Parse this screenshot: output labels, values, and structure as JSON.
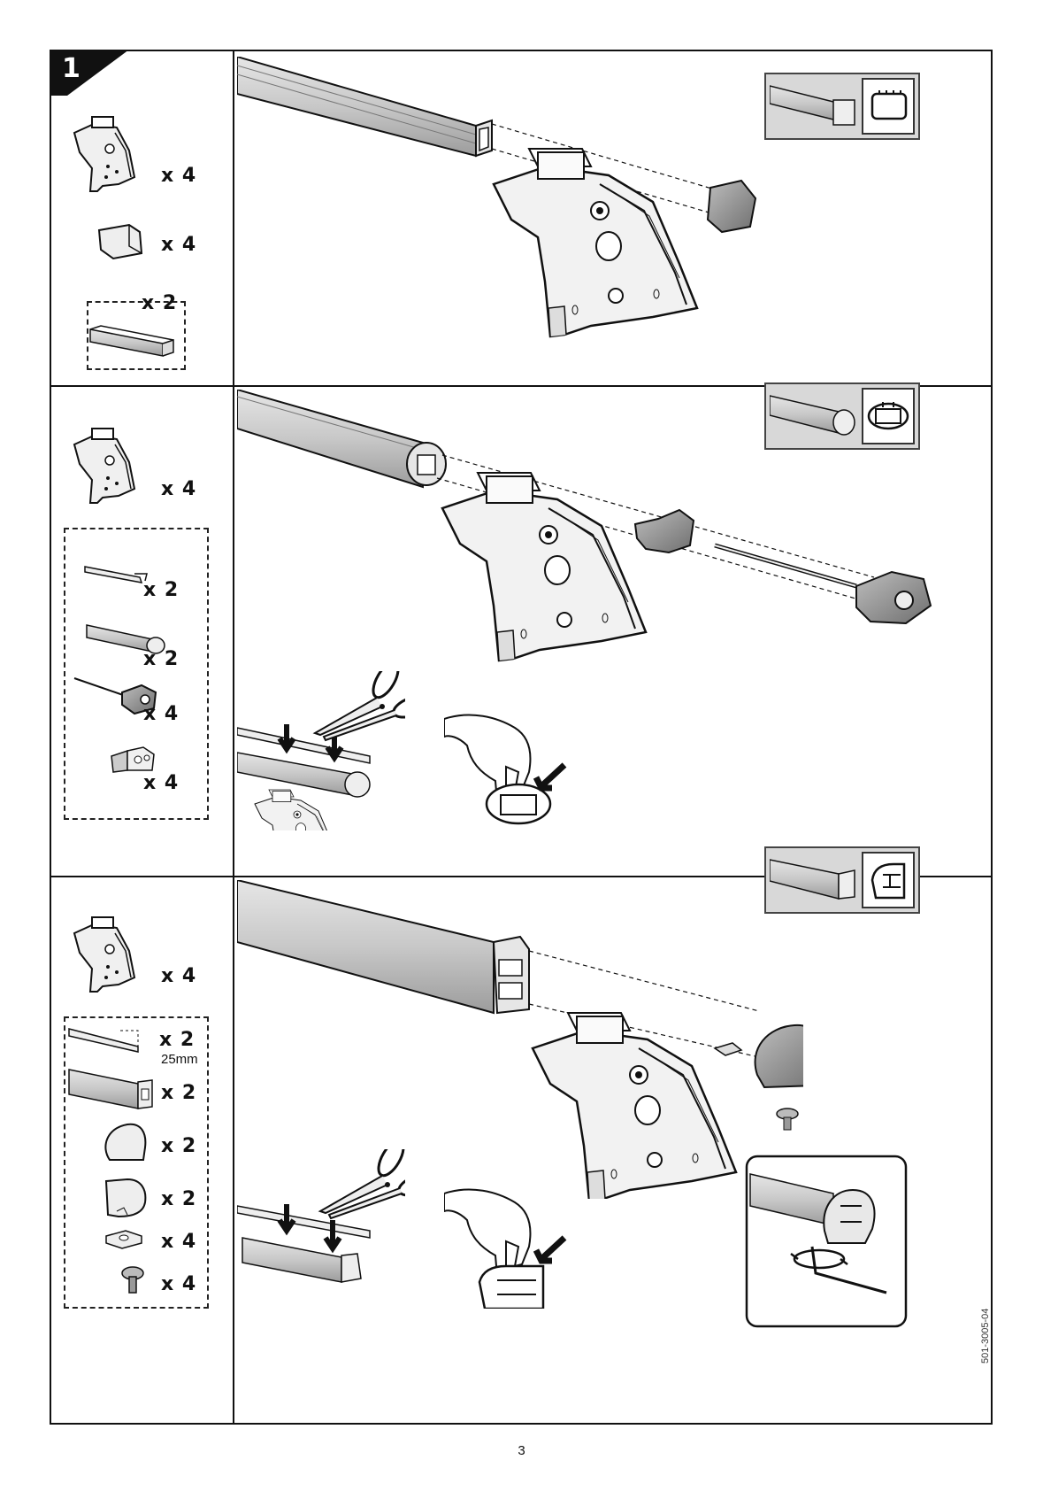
{
  "step": {
    "number": "1"
  },
  "panels": [
    {
      "id": "square-bar",
      "parts": [
        {
          "icon": "foot-bracket-icon",
          "qty": "x 4"
        },
        {
          "icon": "end-cap-icon",
          "qty": "x 4"
        },
        {
          "icon": "square-bar-icon",
          "qty": "x 2",
          "optional": true
        }
      ],
      "profile_icon": "square-profile-icon"
    },
    {
      "id": "aero-bar",
      "parts": [
        {
          "icon": "foot-bracket-icon",
          "qty": "x 4"
        },
        {
          "icon": "rubber-strip-icon",
          "qty": "x 2"
        },
        {
          "icon": "aero-bar-icon",
          "qty": "x 2"
        },
        {
          "icon": "end-cap-with-rod-icon",
          "qty": "x 4"
        },
        {
          "icon": "adapter-clip-icon",
          "qty": "x 4"
        }
      ],
      "profile_icon": "aero-profile-icon"
    },
    {
      "id": "slot-bar",
      "parts": [
        {
          "icon": "foot-bracket-icon",
          "qty": "x 4"
        },
        {
          "icon": "rubber-strip-icon",
          "qty": "x 2",
          "note": "25mm"
        },
        {
          "icon": "slot-bar-icon",
          "qty": "x 2"
        },
        {
          "icon": "left-end-cap-icon",
          "qty": "x 2"
        },
        {
          "icon": "right-end-cap-icon",
          "qty": "x 2"
        },
        {
          "icon": "t-nut-icon",
          "qty": "x 4"
        },
        {
          "icon": "screw-icon",
          "qty": "x 4"
        }
      ],
      "profile_icon": "slot-profile-icon"
    }
  ],
  "footer": {
    "page_number": "3",
    "doc_code": "501-3005-04"
  },
  "colors": {
    "line": "#111111",
    "bar_fill": "#d6d6d6",
    "bar_shade": "#a9a9a9",
    "cap_fill": "#8a8a8a"
  }
}
